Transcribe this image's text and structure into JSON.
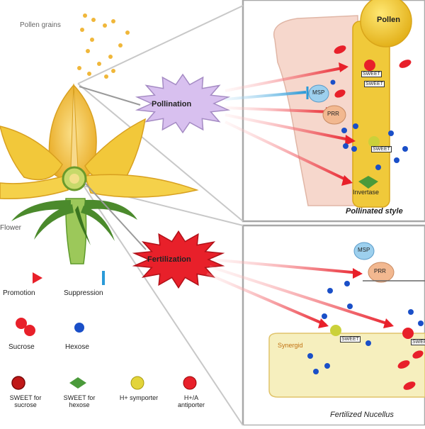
{
  "labels": {
    "pollen_grains": "Pollen grains",
    "pollination": "Pollination",
    "fertilization": "Fertilization",
    "pollen": "Pollen",
    "pollinated_style": "Pollinated style",
    "fertilized_nucellus": "Fertilized Nucellus",
    "flower_part": "Flower",
    "synergid": "Synergid",
    "tag_top_1": "SWEET",
    "tag_top_2": "SWEET",
    "tag_top_3": "SWEET",
    "tag_bottom_1": "SWEET",
    "tag_bottom_2": "SWEET",
    "msp_top": "MSP",
    "msp_bottom": "MSP",
    "prr_top": "PRR",
    "prr_bottom": "PRR",
    "invertase": "Invertase"
  },
  "legend": {
    "promotion": "Promotion",
    "suppression": "Suppression",
    "sucrose": "Sucrose",
    "hexose": "Hexose",
    "sweet_sucrose": "SWEET for sucrose",
    "sweet_hexose": "SWEET for hexose",
    "h_symporter": "H+ symporter",
    "h_antiporter": "H+/A antiporter"
  },
  "colors": {
    "sucrose": "#e8202a",
    "hexose": "#1a4fc8",
    "promotion": "#e8202a",
    "suppression": "#2a9ad8",
    "petal": "#f2c83a",
    "style_fill": "#f3d873",
    "nucellus_fill": "#f6efc2",
    "pollination_burst": "#d8c0ef",
    "fertilization_burst": "#e8202a",
    "leaf": "#4a8a2a"
  }
}
